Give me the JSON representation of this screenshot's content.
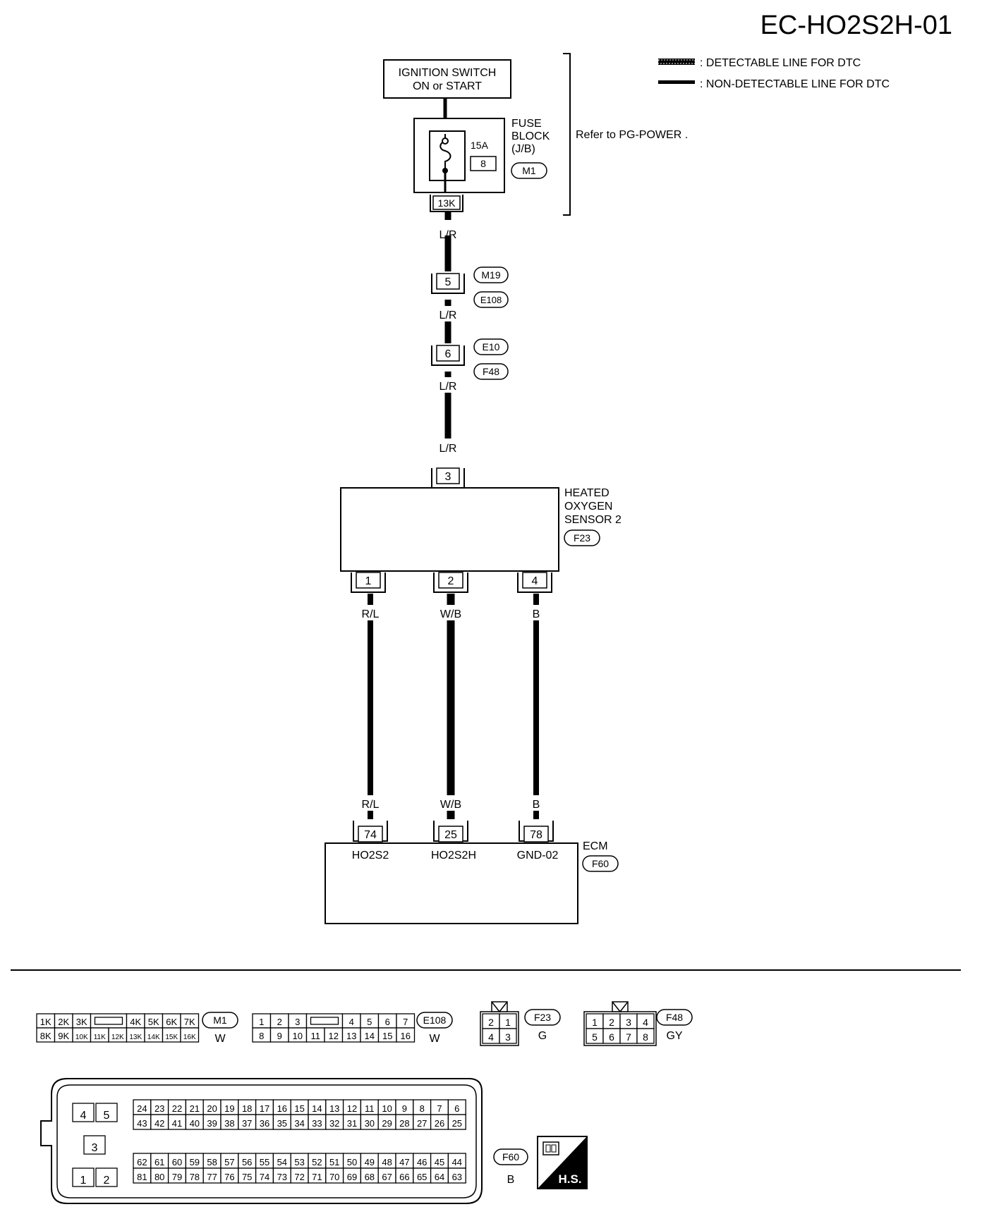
{
  "header": {
    "code": "EC-HO2S2H-01"
  },
  "legend": [
    {
      "label": ": DETECTABLE LINE FOR DTC"
    },
    {
      "label": ": NON-DETECTABLE LINE FOR DTC"
    }
  ],
  "ignition": {
    "line1": "IGNITION SWITCH",
    "line2": "ON or START"
  },
  "fuse_block": {
    "line1": "FUSE",
    "line2": "BLOCK",
    "line3": "(J/B)",
    "connector": "M1",
    "rating": "15A",
    "fuse_no": "8",
    "terminal": "13K"
  },
  "refer": "Refer to  PG-POWER .",
  "junctions": [
    {
      "pin": "5",
      "top": "M19",
      "bottom": "E108"
    },
    {
      "pin": "6",
      "top": "E10",
      "bottom": "F48"
    }
  ],
  "wire_colors": {
    "lr": "L/R",
    "rl": "R/L",
    "wb": "W/B",
    "b": "B"
  },
  "sensor": {
    "line1": "HEATED",
    "line2": "OXYGEN",
    "line3": "SENSOR 2",
    "connector": "F23",
    "top_pin": "3",
    "pins": [
      "1",
      "2",
      "4"
    ]
  },
  "ecm": {
    "name": "ECM",
    "connector": "F60",
    "pins": [
      "74",
      "25",
      "78"
    ],
    "terminals": [
      "HO2S2",
      "HO2S2H",
      "GND-02"
    ]
  },
  "connector_views": {
    "m1": {
      "id": "M1",
      "color": "W",
      "row1": [
        "1K",
        "2K",
        "3K",
        "",
        "4K",
        "5K",
        "6K",
        "7K"
      ],
      "row2": [
        "8K",
        "9K",
        "10K",
        "11K",
        "12K",
        "13K",
        "14K",
        "15K",
        "16K"
      ]
    },
    "e108": {
      "id": "E108",
      "color": "W",
      "row1": [
        "1",
        "2",
        "3",
        "",
        "4",
        "5",
        "6",
        "7"
      ],
      "row2": [
        "8",
        "9",
        "10",
        "11",
        "12",
        "13",
        "14",
        "15",
        "16"
      ]
    },
    "f23": {
      "id": "F23",
      "color": "G",
      "row1": [
        "2",
        "1"
      ],
      "row2": [
        "4",
        "3"
      ]
    },
    "f48": {
      "id": "F48",
      "color": "GY",
      "row1": [
        "1",
        "2",
        "3",
        "4"
      ],
      "row2": [
        "5",
        "6",
        "7",
        "8"
      ]
    },
    "f60": {
      "id": "F60",
      "color": "B",
      "left_pins": [
        "4",
        "5",
        "3",
        "1",
        "2"
      ],
      "row1": [
        "24",
        "23",
        "22",
        "21",
        "20",
        "19",
        "18",
        "17",
        "16",
        "15",
        "14",
        "13",
        "12",
        "11",
        "10",
        "9",
        "8",
        "7",
        "6"
      ],
      "row2": [
        "43",
        "42",
        "41",
        "40",
        "39",
        "38",
        "37",
        "36",
        "35",
        "34",
        "33",
        "32",
        "31",
        "30",
        "29",
        "28",
        "27",
        "26",
        "25"
      ],
      "row3": [
        "62",
        "61",
        "60",
        "59",
        "58",
        "57",
        "56",
        "55",
        "54",
        "53",
        "52",
        "51",
        "50",
        "49",
        "48",
        "47",
        "46",
        "45",
        "44"
      ],
      "row4": [
        "81",
        "80",
        "79",
        "78",
        "77",
        "76",
        "75",
        "74",
        "73",
        "72",
        "71",
        "70",
        "69",
        "68",
        "67",
        "66",
        "65",
        "64",
        "63"
      ]
    }
  },
  "hs_badge": {
    "label": "H.S."
  }
}
